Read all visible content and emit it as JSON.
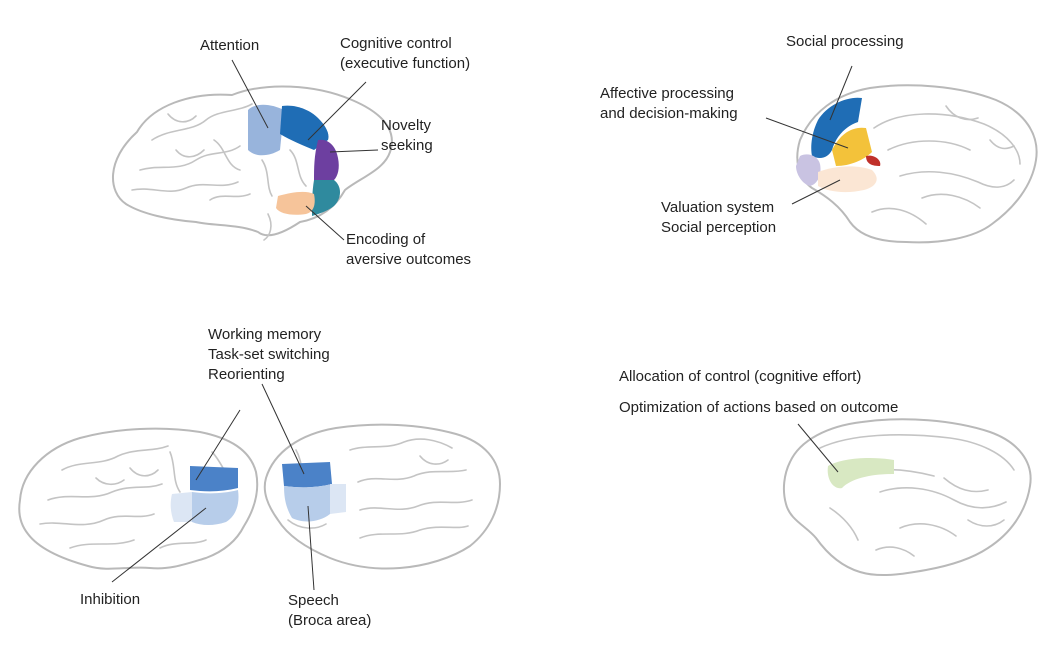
{
  "colors": {
    "attention": "#98b4dc",
    "cognitive_control": "#1f6db5",
    "novelty": "#6d3fa0",
    "teal": "#2f8a9e",
    "aversive": "#f6c49a",
    "social_processing": "#1f6db5",
    "affective": "#f3c23a",
    "affective_red": "#c0302a",
    "lavender": "#c9c3e2",
    "valuation": "#fbe6d4",
    "working_memory": "#4b82c8",
    "inhibition": "#b7cdea",
    "inhibition_light": "#dce6f4",
    "allocation": "#d8e8c2",
    "outline": "#b9b9b9"
  },
  "panels": {
    "top_left": {
      "attention": "Attention",
      "cognitive_control": [
        "Cognitive control",
        "(executive function)"
      ],
      "novelty": [
        "Novelty",
        "seeking"
      ],
      "aversive": [
        "Encoding of",
        "aversive outcomes"
      ]
    },
    "top_right": {
      "social": "Social processing",
      "affective": [
        "Affective processing",
        "and decision-making"
      ],
      "valuation": [
        "Valuation system",
        "Social perception"
      ]
    },
    "bottom_left": {
      "working": [
        "Working memory",
        "Task-set switching",
        "Reorienting"
      ],
      "inhibition": "Inhibition",
      "speech": [
        "Speech",
        "(Broca area)"
      ]
    },
    "bottom_right": {
      "allocation": "Allocation of control (cognitive effort)",
      "optimization": "Optimization of actions based on outcome"
    }
  }
}
